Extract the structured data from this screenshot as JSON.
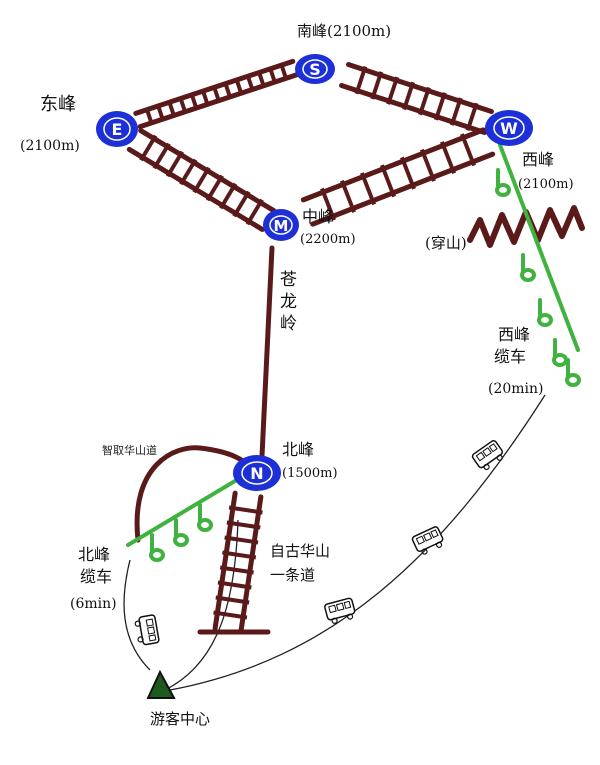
{
  "map": {
    "colors": {
      "ladder": "#5a1a1a",
      "cable": "#3fb23f",
      "peak": "#1d2fd6",
      "line": "#111111",
      "road": "#222222"
    },
    "peaks": {
      "south": {
        "letter": "S",
        "label": "南峰(2100m)"
      },
      "east": {
        "letter": "E",
        "label_line1": "东峰",
        "label_line2": "(2100m)"
      },
      "west": {
        "letter": "W",
        "label_line1": "西峰",
        "label_line2": "(2100m)"
      },
      "middle": {
        "letter": "M",
        "label_line1": "中峰",
        "label_line2": "(2200m)"
      },
      "north": {
        "letter": "N",
        "label_line1": "北峰",
        "label_line2": "(1500m)"
      }
    },
    "labels": {
      "canglong_1": "苍",
      "canglong_2": "龙",
      "canglong_3": "岭",
      "chuanshan": "(穿山)",
      "xifeng_cable_1": "西峰",
      "xifeng_cable_2": "缆车",
      "xifeng_cable_time": "(20min)",
      "zhiqu": "智取华山道",
      "beifeng_cable_1": "北峰",
      "beifeng_cable_2": "缆车",
      "beifeng_cable_time": "(6min)",
      "zigu_1": "自古华山",
      "zigu_2": "一条道",
      "visitor_center": "游客中心"
    }
  }
}
